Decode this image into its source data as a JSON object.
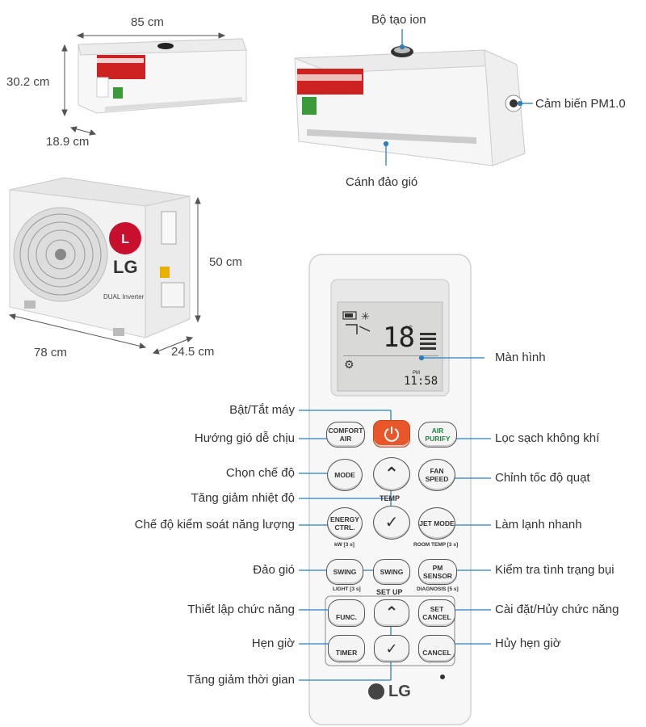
{
  "dimensions": {
    "indoor_width": "85 cm",
    "indoor_height": "30.2 cm",
    "indoor_depth": "18.9 cm",
    "outdoor_width": "78 cm",
    "outdoor_depth": "24.5 cm",
    "outdoor_height": "50 cm"
  },
  "indoor_callouts": {
    "ion": "Bộ tạo ion",
    "pm_sensor": "Cảm biến PM1.0",
    "vane": "Cánh đảo gió"
  },
  "outdoor": {
    "brand": "LG",
    "model_text": "DUAL Inverter"
  },
  "remote": {
    "display": {
      "temp": "18",
      "temp_unit": "°C",
      "time_label": "PM",
      "time": "11:58"
    },
    "buttons": {
      "comfort": "COMFORT AIR",
      "air_purify": "AIR PURIFY",
      "mode": "MODE",
      "fan_speed": "FAN SPEED",
      "temp_label": "TEMP",
      "energy": "ENERGY CTRL.",
      "energy_sub": "kW [3 s]",
      "jet": "JET MODE",
      "jet_sub": "ROOM TEMP [3 s]",
      "swing1": "SWING",
      "swing1_sub": "LIGHT [3 s]",
      "swing2": "SWING",
      "pm_sensor": "PM SENSOR",
      "pm_sub": "DIAGNOSIS [5 s]",
      "setup_label": "SET UP",
      "func": "FUNC.",
      "set_cancel": "SET CANCEL",
      "timer": "TIMER",
      "cancel": "CANCEL"
    },
    "brand": "LG"
  },
  "callouts_left": {
    "power": "Bật/Tắt máy",
    "comfort": "Hướng gió dễ chịu",
    "mode": "Chọn chế độ",
    "temp": "Tăng giảm nhiệt độ",
    "energy": "Chế độ kiểm soát năng lượng",
    "swing": "Đảo gió",
    "function": "Thiết lập chức năng",
    "timer": "Hẹn giờ",
    "time_adjust": "Tăng giảm thời gian"
  },
  "callouts_right": {
    "screen": "Màn hình",
    "purify": "Lọc sạch không khí",
    "fan": "Chỉnh tốc độ quạt",
    "jet": "Làm lạnh nhanh",
    "dust": "Kiểm tra tình trạng bụi",
    "set_cancel": "Cài đặt/Hủy chức năng",
    "cancel_timer": "Hủy hẹn giờ"
  },
  "colors": {
    "accent_line": "#2a7fc1",
    "power_button": "#e8562a",
    "lg_red": "#c8102e"
  }
}
